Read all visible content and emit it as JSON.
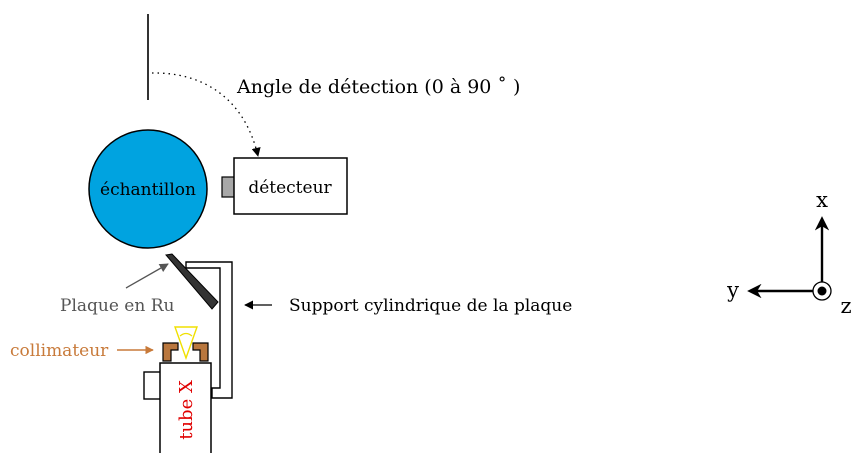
{
  "labels": {
    "detection_angle": "Angle de détection (0 à 90 ˚ )",
    "sample": "échantillon",
    "detector": "détecteur",
    "plate": "Plaque en Ru",
    "support": "Support cylindrique de la plaque",
    "collimator": "collimateur",
    "tube": "tube X"
  },
  "axes": {
    "x": "x",
    "y": "y",
    "z": "z"
  },
  "colors": {
    "sample_fill": "#00a3e0",
    "collimator_label": "#c87a3a",
    "collimator_fill": "#b9773e",
    "tube_label": "#e00000",
    "beam": "#f0e000",
    "plate_fill": "#333333",
    "detector_window": "#a8a8a8",
    "plate_label": "#555555"
  }
}
